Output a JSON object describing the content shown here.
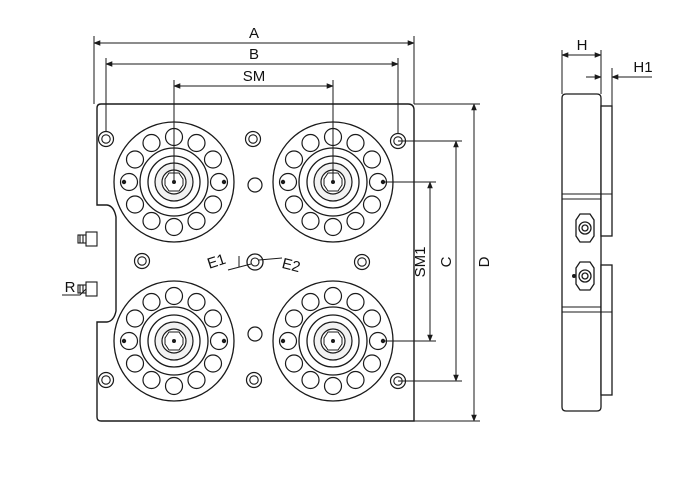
{
  "colors": {
    "line": "#1a1a1a",
    "plate_fill": "#ffffff",
    "shade": "#eeeeee",
    "background": "#ffffff"
  },
  "labels": {
    "A": "A",
    "B": "B",
    "SM": "SM",
    "SM1": "SM1",
    "C": "C",
    "D": "D",
    "H": "H",
    "H1": "H1",
    "R": "R",
    "E1": "E1",
    "E2": "E2"
  },
  "icons": {
    "chuck": "zero-point-chuck-icon",
    "mount_hole": "mounting-hole-icon",
    "air_fitting": "air-fitting-icon"
  }
}
